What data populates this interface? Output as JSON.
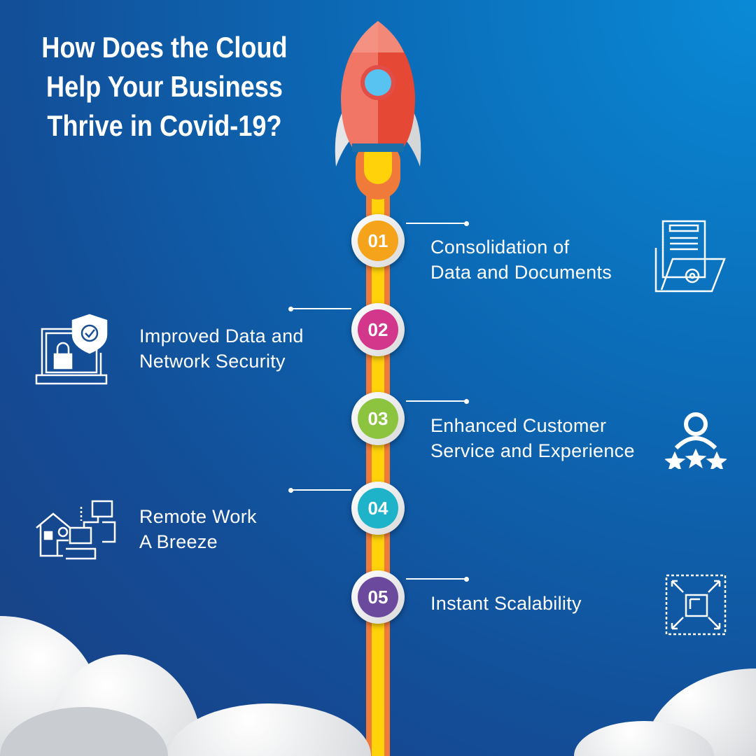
{
  "title": [
    "How Does the Cloud",
    "Help Your Business",
    "Thrive in Covid-19?"
  ],
  "steps": [
    {
      "num": "01",
      "lines": [
        "Consolidation of",
        "Data and Documents"
      ],
      "icon": "documents-gear-icon",
      "color": "#f5a31a"
    },
    {
      "num": "02",
      "lines": [
        "Improved Data and",
        "Network Security"
      ],
      "icon": "laptop-lock-shield-icon",
      "color": "#d2378c"
    },
    {
      "num": "03",
      "lines": [
        "Enhanced Customer",
        "Service and Experience"
      ],
      "icon": "customer-stars-icon",
      "color": "#8cc43f"
    },
    {
      "num": "04",
      "lines": [
        "Remote Work",
        "A Breeze"
      ],
      "icon": "remote-work-icon",
      "color": "#1fb3c9"
    },
    {
      "num": "05",
      "lines": [
        "Instant Scalability"
      ],
      "icon": "scale-expand-icon",
      "color": "#6b4a9e"
    }
  ]
}
